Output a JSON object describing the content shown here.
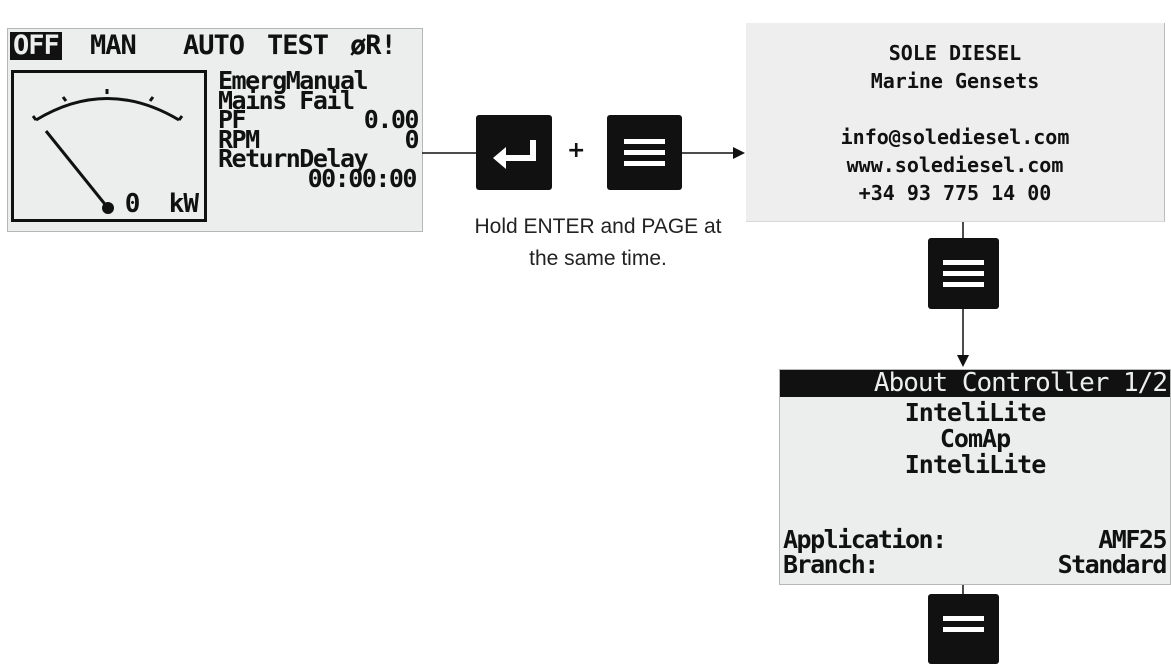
{
  "main_screen": {
    "modes": [
      {
        "label": "OFF",
        "active": true
      },
      {
        "label": "MAN",
        "active": false
      },
      {
        "label": "AUTO",
        "active": false
      },
      {
        "label": "TEST",
        "active": false
      }
    ],
    "status_icons": "øR!",
    "gauge_value": "0",
    "gauge_unit": "kW",
    "lines": {
      "l1": "EmergManual",
      "l2": "Mains Fail",
      "l3_label": "PF",
      "l3_value": "0.00",
      "l4_label": "RPM",
      "l4_value": "0",
      "l5": "ReturnDelay",
      "l6": "00:00:00"
    }
  },
  "buttons": {
    "plus": "+",
    "enter_icon": "enter-icon",
    "page_icon": "menu-icon"
  },
  "caption": {
    "line1": "Hold ENTER and PAGE at",
    "line2": "the same time."
  },
  "info_panel": {
    "company": "SOLE DIESEL",
    "product": "Marine Gensets",
    "email": "info@solediesel.com",
    "web": "www.solediesel.com",
    "phone": "+34 93 775 14 00"
  },
  "about_screen": {
    "header": "About Controller 1/2",
    "line1": "InteliLite",
    "line2": "ComAp",
    "line3": "InteliLite",
    "application_label": "Application:",
    "application_value": "AMF25",
    "branch_label": "Branch:",
    "branch_value": "Standard"
  },
  "colors": {
    "lcd_background": "#eceeee",
    "button_background": "#111111",
    "info_background": "#eeeeee"
  }
}
